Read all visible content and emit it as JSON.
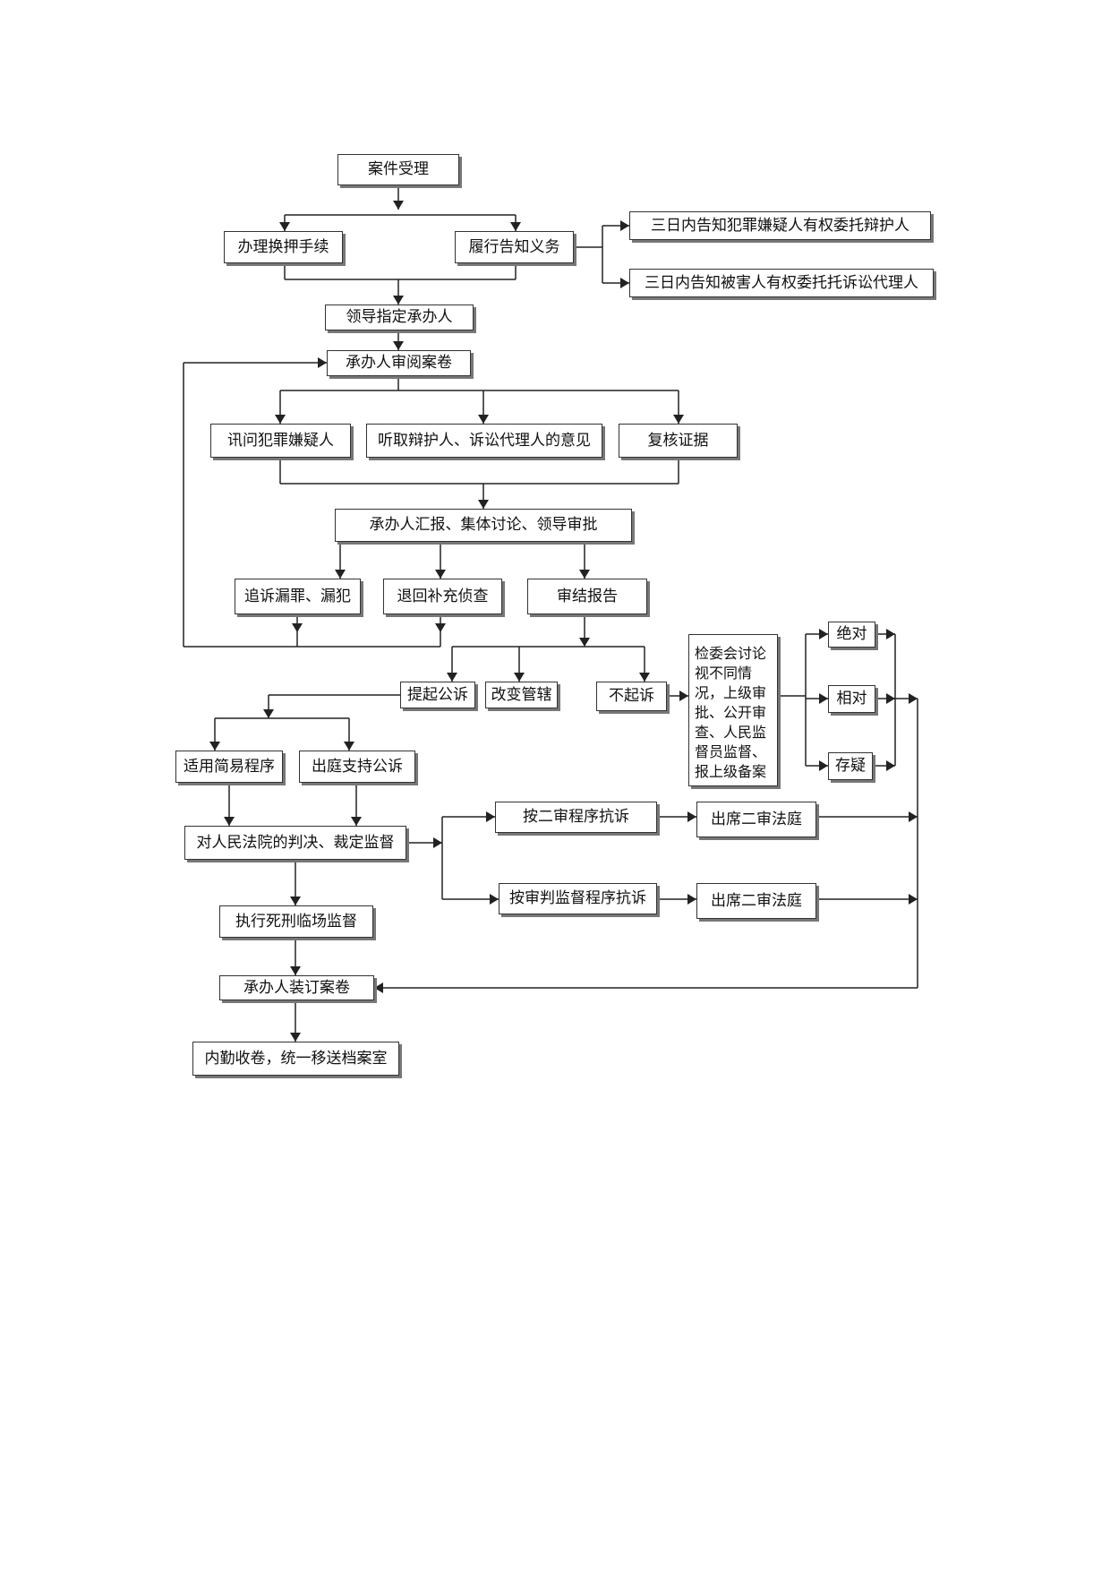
{
  "flowchart": {
    "nodes": {
      "case_accept": "案件受理",
      "custody_change": "办理换押手续",
      "notify_duty": "履行告知义务",
      "notify_suspect": "三日内告知犯罪嫌疑人有权委托辩护人",
      "notify_victim": "三日内告知被害人有权委托托诉讼代理人",
      "assign_handler": "领导指定承办人",
      "review_file": "承办人审阅案卷",
      "interrogate": "讯问犯罪嫌疑人",
      "hear_opinions": "听取辩护人、诉讼代理人的意见",
      "verify_evidence": "复核证据",
      "report_discuss": "承办人汇报、集体讨论、领导审批",
      "pursue_omitted": "追诉漏罪、漏犯",
      "return_investigation": "退回补充侦查",
      "final_report": "审结报告",
      "prosecute": "提起公诉",
      "change_jurisdiction": "改变管辖",
      "no_prosecution": "不起诉",
      "committee_review": "检委会讨论视不同情况，上级审批、公开审查、人民监督员监督、报上级备案",
      "absolute": "绝对",
      "relative": "相对",
      "doubtful": "存疑",
      "simple_procedure": "适用简易程序",
      "court_support": "出庭支持公诉",
      "court_supervision": "对人民法院的判决、裁定监督",
      "protest_second_instance": "按二审程序抗诉",
      "protest_supervision": "按审判监督程序抗诉",
      "attend_second_court_a": "出席二审法庭",
      "attend_second_court_b": "出席二审法庭",
      "death_penalty_supervision": "执行死刑临场监督",
      "bind_files": "承办人装订案卷",
      "archive": "内勤收卷，统一移送档案室"
    }
  }
}
